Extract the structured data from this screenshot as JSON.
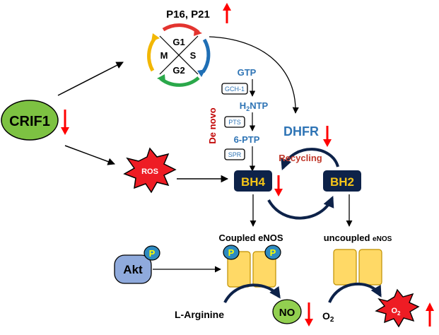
{
  "labels": {
    "crif1": "CRIF1",
    "cdk_inhibitors": "P16, P21",
    "phase_g1": "G1",
    "phase_s": "S",
    "phase_g2": "G2",
    "phase_m": "M",
    "gtp": "GTP",
    "gch1": "GCH-1",
    "h2ntp_h": "H",
    "h2ntp_sub": "2",
    "h2ntp_rest": "NTP",
    "pts": "PTS",
    "six_ptp": "6-PTP",
    "spr": "SPR",
    "de_novo": "De novo",
    "dhfr": "DHFR",
    "recycling": "Recycling",
    "ros": "ROS",
    "bh4": "BH4",
    "bh2": "BH2",
    "coupled_enos": "Coupled eNOS",
    "uncoupled_prefix": "uncoupled ",
    "uncoupled_suffix": "eNOS",
    "akt": "Akt",
    "phospho": "P",
    "l_arginine": "L-Arginine",
    "no": "NO",
    "o2_base": "O",
    "o2_sub": "2",
    "superoxide_base": "O",
    "superoxide_sub": "2"
  },
  "colors": {
    "crif1_fill": "#7dc242",
    "ros_fill": "#ee1c24",
    "bh_box": "#0d2249",
    "bh_text": "#f5c518",
    "pathway_blue": "#2e74b5",
    "denovo_red": "#c00000",
    "recycling_red": "#c0392b",
    "arrow_red": "#ff0000",
    "enos_fill": "#ffd966",
    "enos_stroke": "#bf9000",
    "akt_fill": "#8faadc",
    "no_fill": "#92d050",
    "phospho_fill": "#2e8bc0",
    "phospho_text": "#ffff00",
    "cycle_red": "#e3342f",
    "cycle_blue": "#1f6fb5",
    "cycle_green": "#2aa84a",
    "cycle_yellow": "#f2b705"
  },
  "icons": [
    "up-arrow-icon",
    "down-arrow-icon",
    "cell-cycle-icon",
    "phosphate-icon",
    "ros-burst-icon",
    "superoxide-burst-icon"
  ]
}
